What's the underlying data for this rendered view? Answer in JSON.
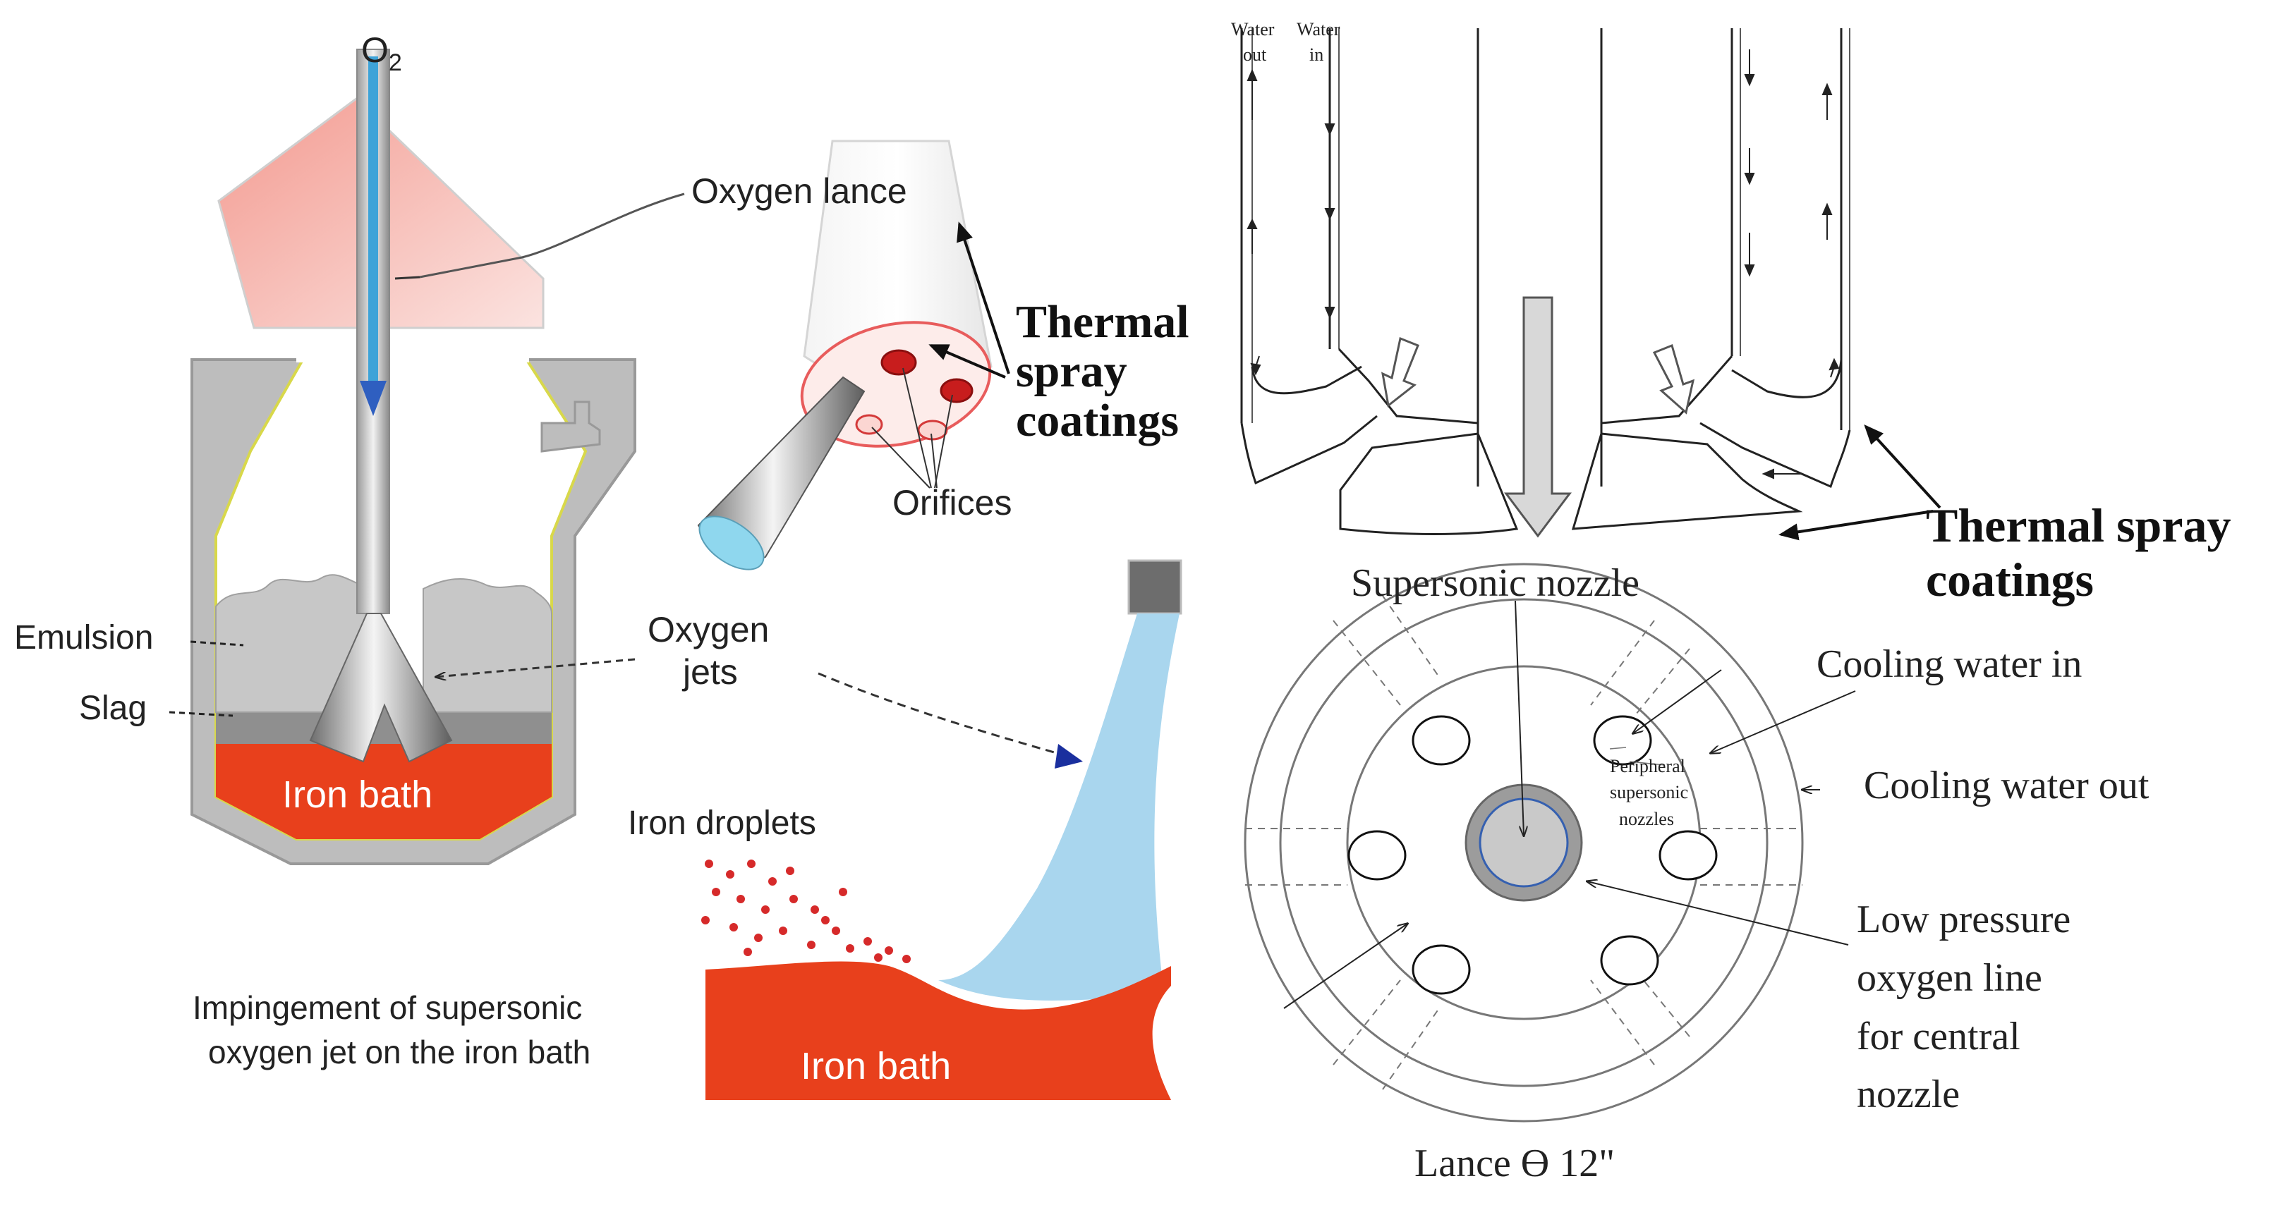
{
  "colors": {
    "iron": "#e8401c",
    "slag": "#8c8c8c",
    "emulsion": "#c9c9c9",
    "jet": "#a8d4ec",
    "lance_blue": "#4aa9d8",
    "hood": "#f6b6ae",
    "dot_red": "#d62a2a",
    "text": "#222222"
  },
  "left": {
    "o2_label": "O",
    "o2_sub": "2",
    "oxygen_lance": "Oxygen lance",
    "emulsion": "Emulsion",
    "slag": "Slag",
    "iron_bath": "Iron bath",
    "oxygen_jets_1": "Oxygen",
    "oxygen_jets_2": "jets",
    "orifices": "Orifices",
    "thermal_1": "Thermal",
    "thermal_2": "spray",
    "thermal_3": "coatings",
    "iron_droplets": "Iron droplets",
    "impingement_1": "Impingement of supersonic",
    "impingement_2": "oxygen jet on the iron bath",
    "iron_bath_2": "Iron bath"
  },
  "right": {
    "water_out_1": "Water",
    "water_out_2": "out",
    "water_in_1": "Water",
    "water_in_2": "in",
    "thermal_1": "Thermal spray",
    "thermal_2": "coatings",
    "supersonic_nozzle": "Supersonic nozzle",
    "cooling_in": "Cooling water in",
    "cooling_out": "Cooling water out",
    "peripheral_1": "Peripheral",
    "peripheral_2": "supersonic",
    "peripheral_3": "nozzles",
    "low_pressure_1": "Low pressure",
    "low_pressure_2": "oxygen line",
    "low_pressure_3": "for central",
    "low_pressure_4": "nozzle",
    "lance_label": "Lance Ө 12\""
  }
}
